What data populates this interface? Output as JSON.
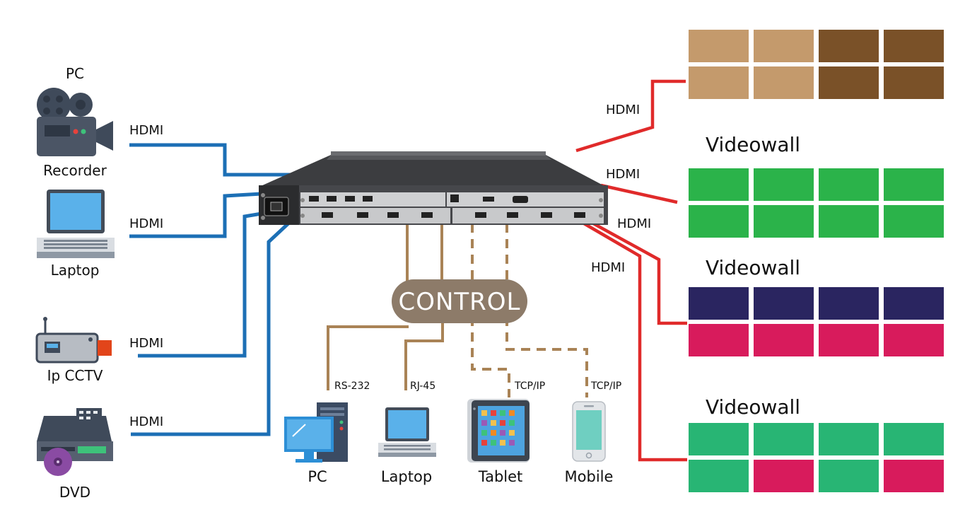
{
  "sources": [
    {
      "id": "pc-recorder",
      "top_label": "PC",
      "label": "Recorder",
      "connection": "HDMI"
    },
    {
      "id": "laptop",
      "label": "Laptop",
      "connection": "HDMI"
    },
    {
      "id": "ip-cctv",
      "label": "Ip CCTV",
      "connection": "HDMI"
    },
    {
      "id": "dvd",
      "label": "DVD",
      "connection": "HDMI"
    }
  ],
  "outputs": [
    {
      "connection": "HDMI",
      "label": ""
    },
    {
      "connection": "HDMI",
      "label": "Videowall"
    },
    {
      "connection": "HDMI",
      "label": "Videowall"
    },
    {
      "connection": "HDMI",
      "label": "Videowall"
    }
  ],
  "control": {
    "label": "CONTROL",
    "devices": [
      {
        "label": "PC",
        "protocol": "RS-232"
      },
      {
        "label": "Laptop",
        "protocol": "RJ-45"
      },
      {
        "label": "Tablet",
        "protocol": "TCP/IP"
      },
      {
        "label": "Mobile",
        "protocol": "TCP/IP"
      }
    ]
  },
  "colors": {
    "input_line": "#1c6fb5",
    "output_line": "#e02a2a",
    "control_line": "#a98356",
    "control_badge": "#8d7b69",
    "wall1": [
      "#c49a6c",
      "#c49a6c",
      "#7a5128",
      "#7a5128"
    ],
    "wall2": [
      "#2bb34a",
      "#2bb34a",
      "#2bb34a",
      "#2bb34a"
    ],
    "wall3_top": "#2a2560",
    "wall3_bottom": "#d81b5c",
    "wall4": "#28b574",
    "wall4_accent": "#d81b5c"
  }
}
